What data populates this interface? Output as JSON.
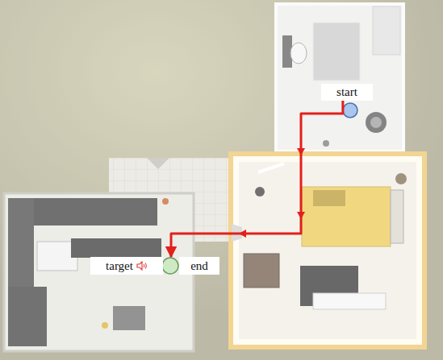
{
  "diagram": {
    "nodes": [
      {
        "text": [
          "start"
        ]
      },
      {
        "text": [
          "target"
        ]
      },
      {
        "text": [
          "end"
        ]
      }
    ],
    "edges": [
      {
        "from": 0,
        "to": 2,
        "arrow": "to"
      }
    ]
  }
}
